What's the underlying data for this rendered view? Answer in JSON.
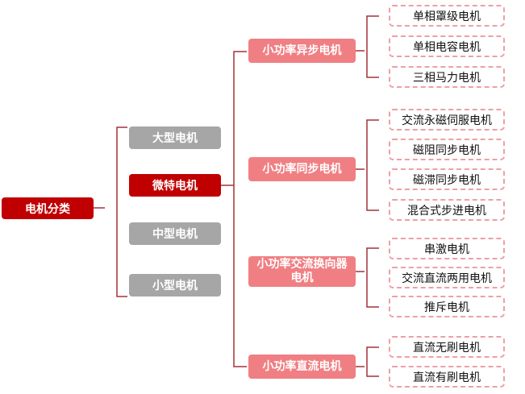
{
  "root": "电机分类",
  "level1": [
    "大型电机",
    "微特电机",
    "中型电机",
    "小型电机"
  ],
  "groups": [
    {
      "label": "小功率异步电机",
      "children": [
        "单相罩级电机",
        "单相电容电机",
        "三相马力电机"
      ]
    },
    {
      "label": "小功率同步电机",
      "children": [
        "交流永磁伺服电机",
        "磁阻同步电机",
        "磁滞同步电机",
        "混合式步进电机"
      ]
    },
    {
      "label": "小功率交流换向器电机",
      "children": [
        "串激电机",
        "交流直流两用电机",
        "推斥电机"
      ]
    },
    {
      "label": "小功率直流电机",
      "children": [
        "直流无刷电机",
        "直流有刷电机"
      ]
    }
  ],
  "colors": {
    "root": "#c00000",
    "gray": "#a6a6a6",
    "pink": "#f07f83",
    "line": "#a3323a",
    "dash": "#eda0a4"
  }
}
